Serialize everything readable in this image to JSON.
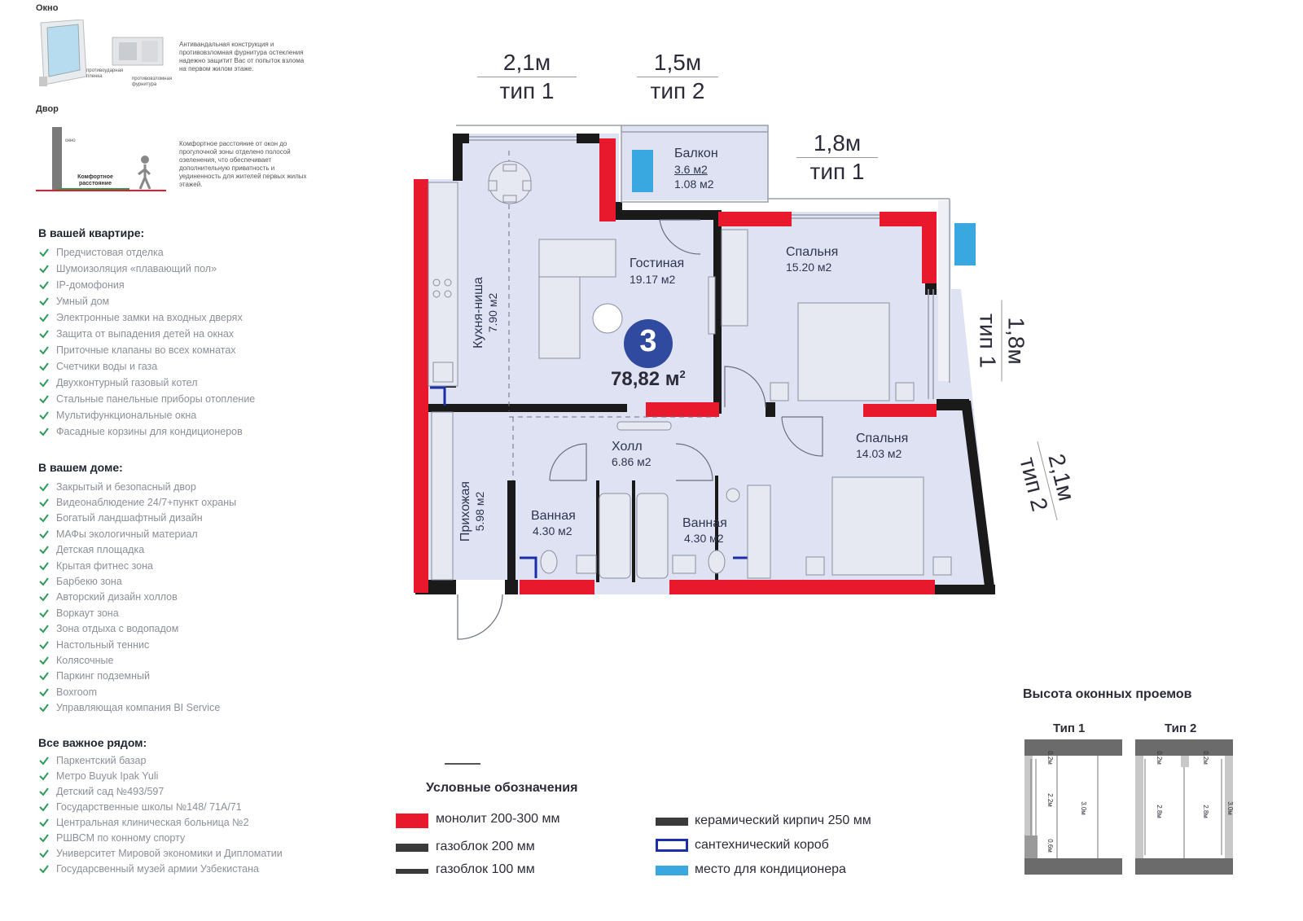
{
  "window_section": {
    "title": "Окно",
    "label_film": "противоударная пленка",
    "label_hardware": "противовзломная фурнитура",
    "description": "Антивандальная конструкция и противовзломная фурнитура остекления надежно защитит Вас от попыток взлома на первом жилом этаже."
  },
  "yard_section": {
    "title": "Двор",
    "label_window": "окно",
    "label_distance": "Комфортное расстояние",
    "description": "Комфортное расстояние от окон до прогулочной зоны отделено полосой озеленения, что обеспечивает дополнительную приватность и уединенность для жителей первых жилых этажей."
  },
  "apartment_features": {
    "title": "В вашей квартире:",
    "items": [
      "Предчистовая отделка",
      "Шумоизоляция «плавающий пол»",
      "IP-домофония",
      "Умный дом",
      "Электронные замки на входных дверях",
      "Защита от выпадения детей на окнах",
      "Приточные клапаны во всех комнатах",
      "Счетчики воды и газа",
      "Двухконтурный газовый котел",
      "Стальные панельные приборы отопление",
      "Мультифункциональные окна",
      "Фасадные корзины для кондиционеров"
    ]
  },
  "house_features": {
    "title": "В вашем доме:",
    "items": [
      "Закрытый и безопасный двор",
      "Видеонаблюдение 24/7+пункт охраны",
      "Богатый ландшафтный дизайн",
      "МАФы экологичный материал",
      "Детская площадка",
      "Крытая фитнес зона",
      "Барбекю зона",
      "Авторский дизайн холлов",
      "Воркаут зона",
      "Зона отдыха с водопадом",
      "Настольный теннис",
      "Колясочные",
      "Паркинг подземный",
      "Boxroom",
      "Управляющая компания BI Service"
    ]
  },
  "nearby": {
    "title": "Все важное рядом:",
    "items": [
      "Паркентский базар",
      "Метро Buyuk Ipak Yuli",
      "Детский сад №493/597",
      "Государственные школы №148/ 71А/71",
      "Центральная клиническая больница №2",
      "РШВСМ по конному спорту",
      "Университет Мировой экономики и Дипломатии",
      "Государсвенный музей армии Узбекистана"
    ]
  },
  "plan": {
    "rooms_count": "3",
    "total_area": "78,82 м",
    "area_sup": "2",
    "rooms": [
      {
        "name": "Балкон",
        "area": "3.6 м2",
        "area2": "1.08 м2"
      },
      {
        "name": "Гостиная",
        "area": "19.17 м2"
      },
      {
        "name": "Спальня",
        "area": "15.20 м2"
      },
      {
        "name": "Кухня-ниша",
        "area": "7.90 м2"
      },
      {
        "name": "Холл",
        "area": "6.86 м2"
      },
      {
        "name": "Спальня",
        "area": "14.03 м2"
      },
      {
        "name": "Прихожая",
        "area": "5.98 м2"
      },
      {
        "name": "Ванная",
        "area": "4.30 м2"
      },
      {
        "name": "Ванная",
        "area": "4.30 м2"
      }
    ],
    "dims": [
      {
        "size": "2,1м",
        "type": "тип 1"
      },
      {
        "size": "1,5м",
        "type": "тип 2"
      },
      {
        "size": "1,8м",
        "type": "тип 1"
      },
      {
        "size": "1,8м",
        "type": "тип 1"
      },
      {
        "size": "2,1м",
        "type": "тип 2"
      }
    ]
  },
  "legend": {
    "title": "Условные обозначения",
    "items": [
      {
        "label": "монолит 200-300 мм",
        "color": "#e8192c"
      },
      {
        "label": "газоблок 200 мм",
        "color": "#3a3a3a"
      },
      {
        "label": "газоблок 100 мм",
        "color": "#3a3a3a"
      },
      {
        "label": "керамический кирпич 250 мм",
        "color": "#3a3a3a"
      },
      {
        "label": "сантехнический короб",
        "color": "#1a2fa8"
      },
      {
        "label": "место для кондиционера",
        "color": "#3aa8e0"
      }
    ]
  },
  "window_heights": {
    "title": "Высота оконных проемов",
    "type1": {
      "title": "Тип 1",
      "top": "0.2м",
      "mid": "2.2м",
      "bottom": "0.6м",
      "total": "3.0м"
    },
    "type2": {
      "title": "Тип 2",
      "top1": "0.2м",
      "top2": "0.2м",
      "mid1": "2.8м",
      "mid2": "2.8м",
      "total": "3.0м"
    }
  },
  "colors": {
    "monolith": "#e8192c",
    "wall": "#1a1a1a",
    "room_fill": "#dfe2f3",
    "accent": "#2f4a9e",
    "check": "#2e9a5a",
    "ac": "#3aa8e0",
    "sanitary": "#1a2fa8"
  }
}
